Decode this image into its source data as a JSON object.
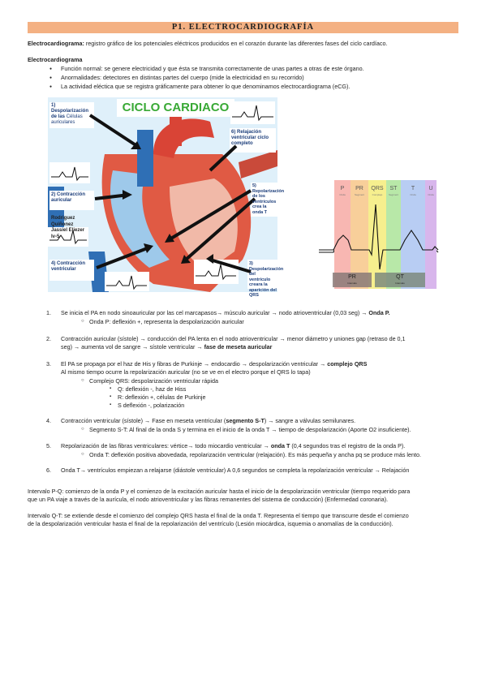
{
  "title": "P1. ELECTROCARDIOGRAFÍA",
  "intro": {
    "term": "Electrocardiograma:",
    "text": " registro gráfico de los potenciales eléctricos producidos en el corazón durante las diferentes fases del ciclo cardíaco."
  },
  "section_heading": "Electrocardiograma",
  "bullets": [
    "Función normal: se genere electricidad y que ésta se transmita correctamente de unas partes a otras de este órgano.",
    "Anormalidades: detectores en distintas partes del cuerpo (mide la electricidad en su recorrido)",
    "La actividad eléctica que se registra gráficamente para obtener lo que denominamos electrocardiograma (eCG)."
  ],
  "figure": {
    "banner": "CICLO CARDIACO",
    "labels": {
      "l1": "1) Despolarización de las",
      "l1b": "Células auriculares",
      "l2": "2) Contracción auricular",
      "l4": "4) Contracción ventricular",
      "l5": "5) Repolarización de los ventrículos crea la onda T",
      "l6": "6) Relajación ventricular ciclo completo",
      "l3": "3) Despolarización del ventrículo creara la aparición del QRS",
      "author": "Rodriguez Quiñonez Jassiel Eliezer Iv-5"
    }
  },
  "ecg": {
    "bands": [
      {
        "label": "P",
        "sub": "Onda",
        "color": "#f8b7b2"
      },
      {
        "label": "PR",
        "sub": "Segment",
        "color": "#f8cf9a"
      },
      {
        "label": "QRS",
        "sub": "Complejo",
        "color": "#f6ef8e"
      },
      {
        "label": "ST",
        "sub": "Segment",
        "color": "#b8e8a8"
      },
      {
        "label": "T",
        "sub": "Onda",
        "color": "#b8cdf3"
      },
      {
        "label": "U",
        "sub": "Onda",
        "color": "#d8b6ec"
      }
    ],
    "bottom": [
      {
        "label": "PR",
        "sub": "Intervalo"
      },
      {
        "label": "QT",
        "sub": "Intervalo"
      }
    ]
  },
  "steps": [
    {
      "n": "1.",
      "l1": "Se inicia el PA en nodo sinoauricular por las cel marcapasos→ músculo auricular → nodo atrioventricular (0,03 seg) → ",
      "l1b": "Onda P.",
      "sub": "Onda P: deflexión +, representa la despolarización auricular"
    },
    {
      "n": "2.",
      "l1": "Contracción auricular (sístole) → conducción del PA lenta en el nodo atrioventricular → menor diámetro y uniones gap (retraso de 0,1",
      "l2": "seg) → aumenta vol de sangre → sístole ventricular → ",
      "l2b": "fase de meseta auricular"
    },
    {
      "n": "3.",
      "l1": "El PA se propaga por el haz de His y fibras de Purkinje → endocardio → despolarización ventricular → ",
      "l1b": "complejo QRS",
      "l2": "Al mismo tiempo ocurre la repolarización auricular (no se ve en el electro porque el QRS lo tapa)",
      "sub": "Complejo QRS: despolarización ventricular rápida",
      "subs": [
        "Q: deflexión -, haz de Hiss",
        "R: deflexión +, células de Purkinje",
        "S deflexión -, polarización"
      ]
    },
    {
      "n": "4.",
      "l1": "Contracción ventricular (sístole) → Fase en meseta ventricular (",
      "l1b": "segmento S-T",
      "l1c": ") → sangre a válvulas semilunares.",
      "sub": "Segmento S-T: Al final de la onda S y termina en el inicio de la onda T → tiempo de despolarización (Aporte O2 insuficiente)."
    },
    {
      "n": "5.",
      "l1": "Repolarización de las fibras ventriculares: vértice→ todo miocardio ventricular → ",
      "l1b": "onda T",
      "l1c": " (0,4 segundos tras el registro de la onda P).",
      "sub": "Onda T: deflexión positiva abovedada, repolarización ventricular (relajación). Es más pequeña y ancha pq se produce más lento."
    },
    {
      "n": "6.",
      "l1": "Onda T→ ventrículos empiezan a relajarse (diástole ventricular) A 0,6 segundos se completa la repolarización ventricular → Relajación"
    }
  ],
  "intervals": [
    {
      "l1": "Intervalo P-Q: comienzo de la onda P y el comienzo de la excitación auricular hasta el inicio de la despolarización ventricular (tiempo requerido para",
      "l2": "que un PA viaje a través de la aurícula, el nodo atrioventricular y las fibras remanentes del sistema de conducción) (Enfermedad coronaria)."
    },
    {
      "l1": "Intervalo Q-T: se extiende desde el comienzo del complejo QRS hasta el final de la onda T. Representa el tiempo que transcurre desde el comienzo",
      "l2": "de la despolarización ventricular hasta el final de la repolarización del ventrículo (Lesión miocárdica, isquemia o anomalías de la conducción)."
    }
  ]
}
